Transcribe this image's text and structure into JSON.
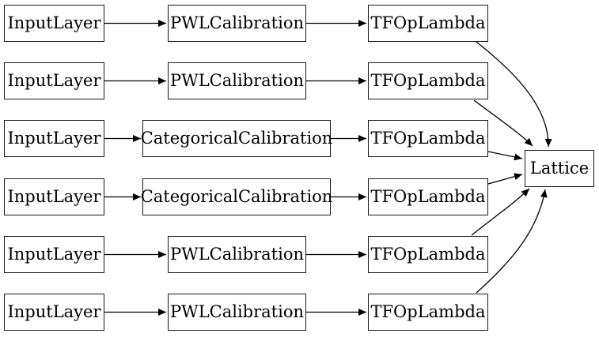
{
  "diagram": {
    "title": "lattice-model-graph",
    "rows": [
      {
        "input": "InputLayer",
        "calibration": "PWLCalibration",
        "op": "TFOpLambda"
      },
      {
        "input": "InputLayer",
        "calibration": "PWLCalibration",
        "op": "TFOpLambda"
      },
      {
        "input": "InputLayer",
        "calibration": "CategoricalCalibration",
        "op": "TFOpLambda"
      },
      {
        "input": "InputLayer",
        "calibration": "CategoricalCalibration",
        "op": "TFOpLambda"
      },
      {
        "input": "InputLayer",
        "calibration": "PWLCalibration",
        "op": "TFOpLambda"
      },
      {
        "input": "InputLayer",
        "calibration": "PWLCalibration",
        "op": "TFOpLambda"
      }
    ],
    "output": {
      "label": "Lattice"
    },
    "colors": {
      "background": "#ffffff",
      "node_fill": "#ffffff",
      "node_border": "#1a1a1a",
      "edge": "#000000"
    }
  }
}
